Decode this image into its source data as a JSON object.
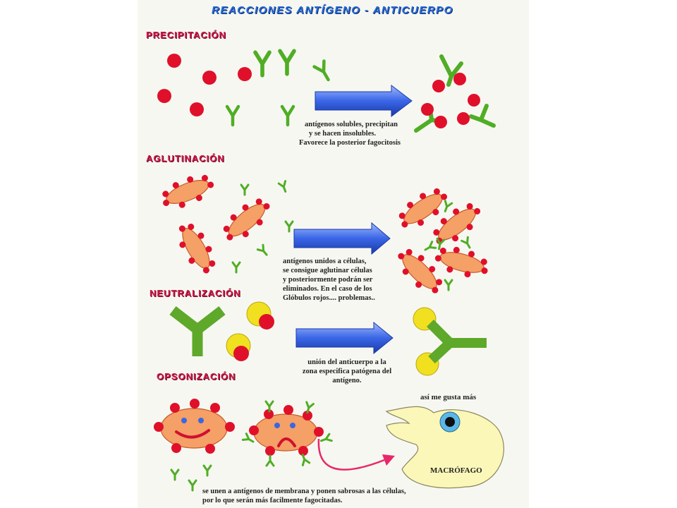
{
  "title": "REACCIONES ANTÍGENO - ANTICUERPO",
  "sections": {
    "precipitacion": {
      "heading": "PRECIPITACIÓN",
      "caption": [
        "antígenos solubles, precipitan",
        "y se hacen insolubles.",
        "Favorece la posterior fagocitosis"
      ]
    },
    "aglutinacion": {
      "heading": "AGLUTINACIÓN",
      "caption": [
        "antígenos unidos a células,",
        "se consigue aglutinar células",
        "y posteriormente podrán ser",
        "eliminados. En el caso de los",
        "Glóbulos rojos.... problemas.."
      ]
    },
    "neutralizacion": {
      "heading": "NEUTRALIZACIÓN",
      "caption": [
        "unión del anticuerpo a la",
        "zona especifica patógena del",
        "antígeno."
      ]
    },
    "opsonizacion": {
      "heading": "OPSONIZACIÓN",
      "bubble": "así me gusta más",
      "macrophage_label": "MACRÓFAGO",
      "caption": [
        "se unen a antígenos de membrana y ponen sabrosas a las células,",
        "por lo que serán más facilmente fagocitadas."
      ]
    }
  },
  "colors": {
    "title": "#2a6ed8",
    "heading": "#d01848",
    "antigen": "#e0102a",
    "antibody": "#4fae24",
    "cell": "#f4a066",
    "arrow": "#3a66e6",
    "macrophage": "#fbf7b8",
    "neutral_antigen": "#f0e020"
  }
}
